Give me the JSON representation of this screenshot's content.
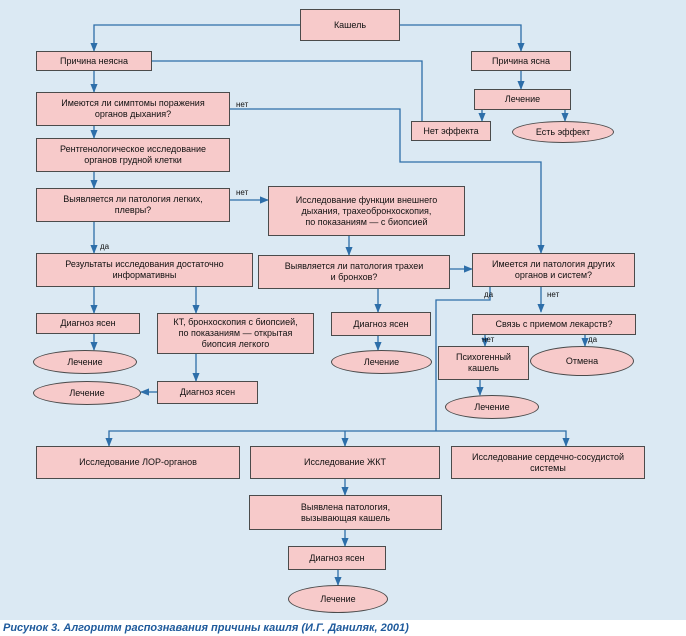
{
  "nodes": {
    "cough": "Кашель",
    "unclear": "Причина неясна",
    "clear": "Причина ясна",
    "resp_symptoms": "Имеются ли симптомы поражения\nорганов дыхания?",
    "treatment_1": "Лечение",
    "no_effect": "Нет эффекта",
    "effect": "Есть эффект",
    "xray": "Рентгенологическое исследование\nорганов грудной клетки",
    "lung_pathology": "Выявляется ли патология легких,\nплевры?",
    "function_study": "Исследование функции внешнего\nдыхания, трахеобронхоскопия,\nпо показаниям — с биопсией",
    "results": "Результаты исследования достаточно\nинформативны",
    "trachea_pathology": "Выявляется ли патология трахеи\nи бронхов?",
    "other_organs": "Имеется ли патология других\nорганов и систем?",
    "diag_1": "Диагноз ясен",
    "ct": "КТ, бронхоскопия с биопсией,\nпо показаниям — открытая\nбиопсия легкого",
    "diag_2": "Диагноз ясен",
    "drug_link": "Связь с приемом лекарств?",
    "treatment_2": "Лечение",
    "treatment_3": "Лечение",
    "psychogenic": "Психогенный\nкашель",
    "cancel": "Отмена",
    "treatment_4": "Лечение",
    "treatment_5": "Лечение",
    "diag_3": "Диагноз ясен",
    "ent": "Исследование ЛОР-органов",
    "gi": "Исследование ЖКТ",
    "cardio": "Исследование сердечно-сосудистой\nсистемы",
    "found": "Выявлена патология,\nвызывающая кашель",
    "diag_4": "Диагноз ясен",
    "treatment_6": "Лечение"
  },
  "labels": {
    "no_1": "нет",
    "no_2": "нет",
    "yes_1": "да",
    "yes_2": "да",
    "no_3": "нет",
    "no_4": "нет",
    "yes_3": "да"
  },
  "caption": "Рисунок 3. Алгоритм распознавания причины кашля (И.Г. Даниляк, 2001)",
  "colors": {
    "background": "#dbe9f3",
    "box_fill": "#f7caca",
    "box_border": "#4b4b4b",
    "arrow": "#2d6ea9",
    "caption": "#1e5a9c"
  }
}
